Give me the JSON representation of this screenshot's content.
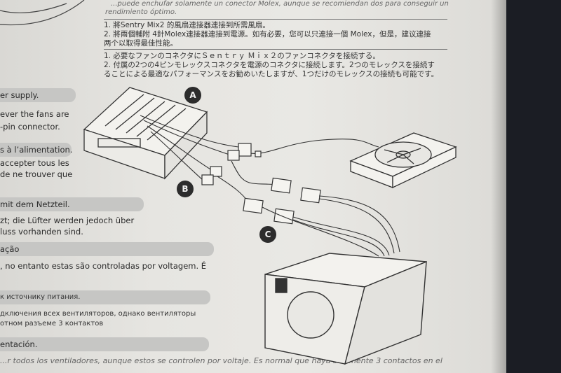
{
  "header_line": [
    "rendimiento óptimo.",
    "...puede enchufar solamente un conector Molex, aunque se recomiendan dos para conseguir un"
  ],
  "chinese_lines": [
    "1. 將Sentry Mix2 的風扇連接器連接到所需風扇。",
    "2. 將兩個輔附 4針Molex連接器連接到電源。如有必要，您可以只連接一個 Molex，但是，建议連接",
    "两个以取得最佳性能。"
  ],
  "japanese_lines": [
    "1. 必要なファンのコネクタにＳｅｎｔｒｙ Ｍｉｘ２のファンコネクタを接続する。",
    "2. 付属の2つの4ピンモレックスコネクタを電源のコネクタに接続します。2つのモレックスを接続す",
    "ることによる最適なパフォーマンスをお勧めいたしますが、1つだけのモレックスの接続も可能です。"
  ],
  "left_text": [
    "er supply.",
    "ever the fans are",
    "-pin connector.",
    "s à l’alimentation.",
    "accepter tous les",
    "de ne trouver que",
    "mit dem Netzteil.",
    "zt; die Lüfter werden jedoch über",
    "luss vorhanden sind.",
    "ação",
    ", no entanto estas são controladas por voltagem. É",
    "к источнику питания.",
    "дключения всех вентиляторов, однако вентиляторы",
    "отном разъеме 3 контактов",
    "entación.",
    "...r todos los ventiladores, aunque estos se controlen por voltaje. Es normal que haya solamente 3 contactos en el"
  ],
  "callouts": {
    "a": "A",
    "b": "B",
    "c": "C"
  }
}
